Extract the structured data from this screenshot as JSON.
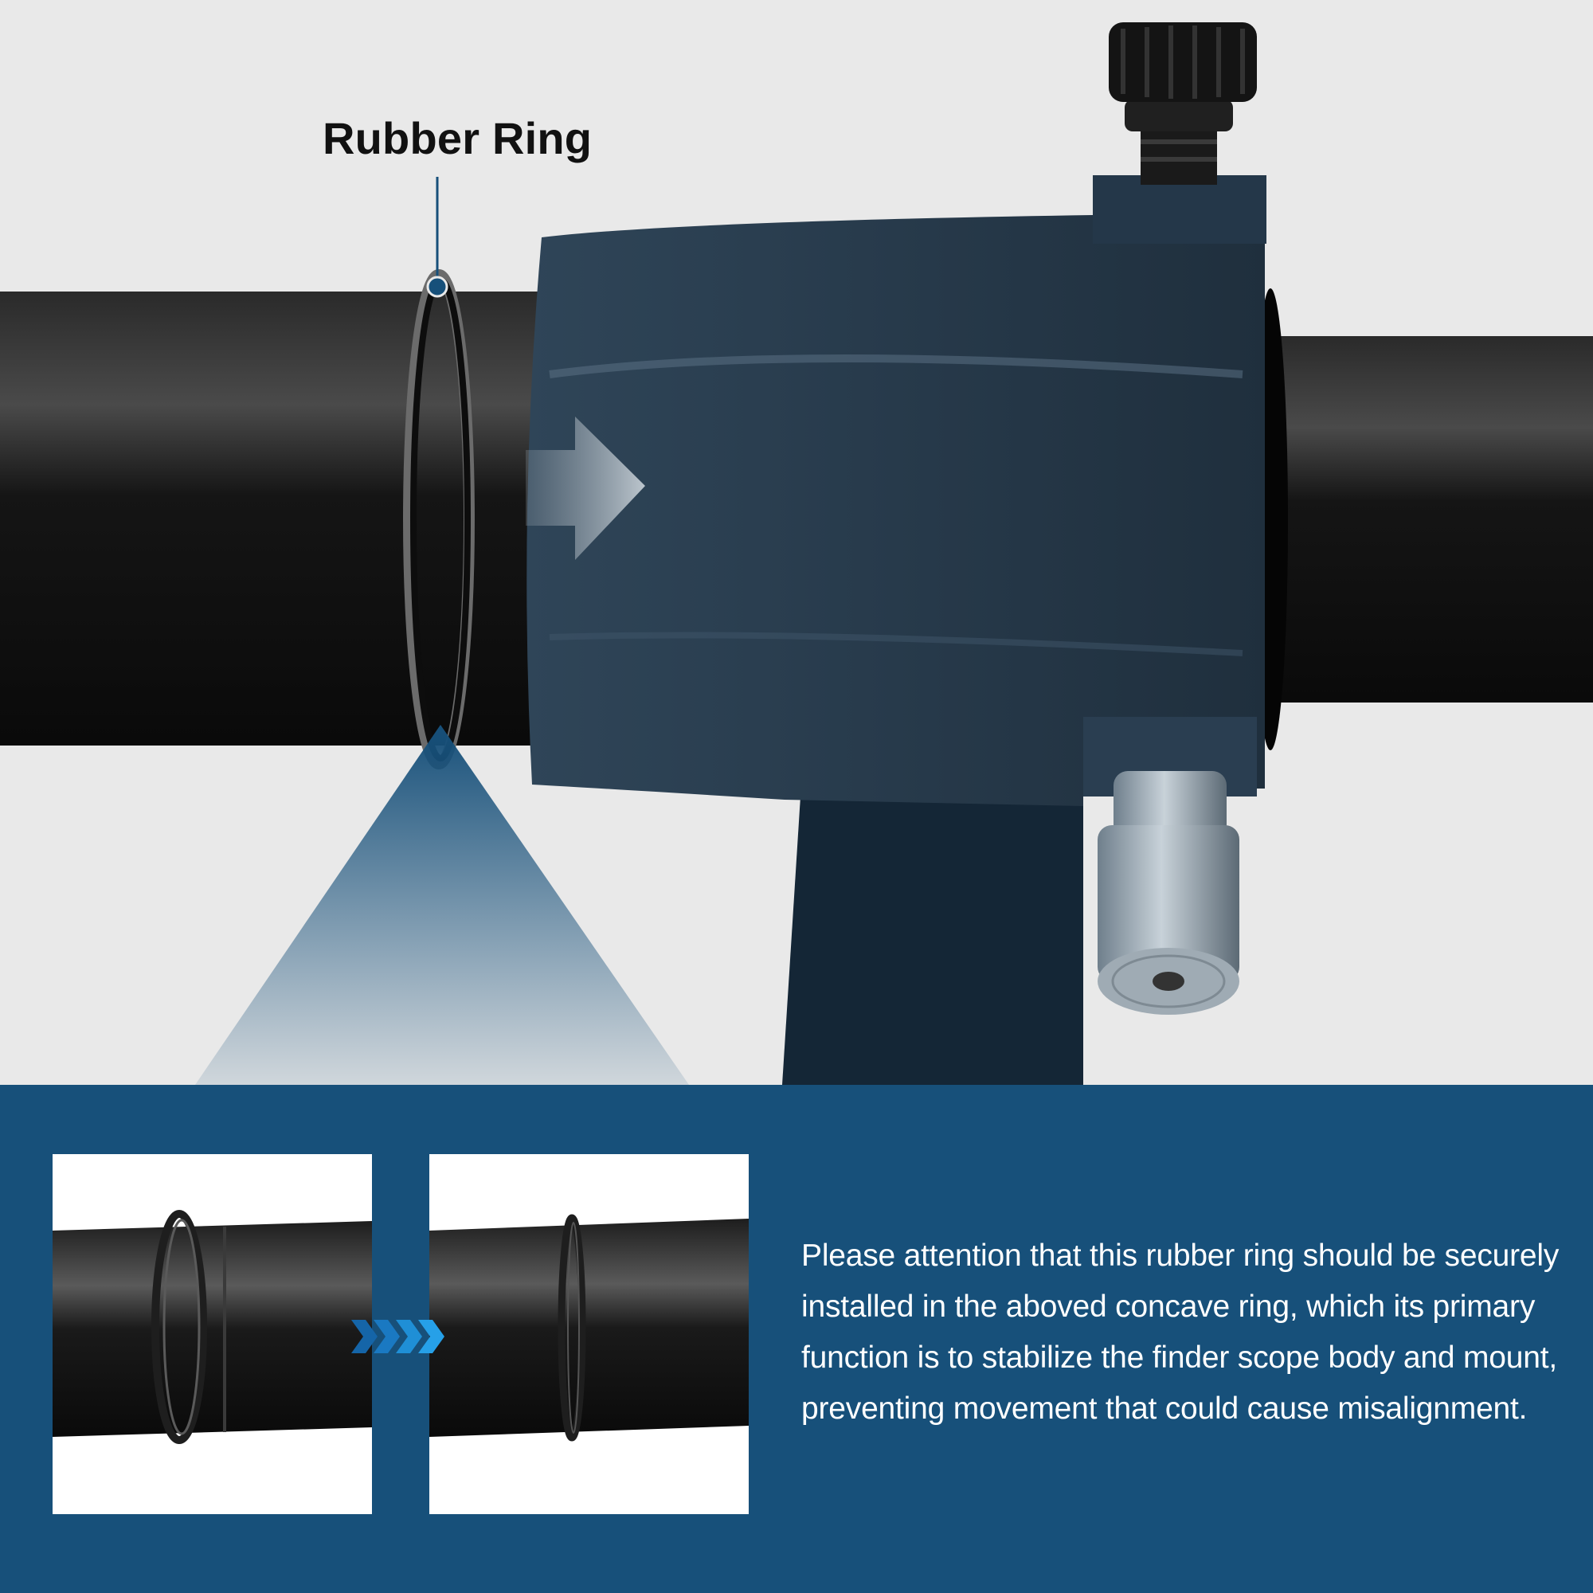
{
  "callout": {
    "label": "Rubber Ring"
  },
  "note": {
    "lines": [
      "Please attention that this rubber ring should be securely",
      "installed in the aboved concave ring, which its primary",
      "function is to stabilize the finder scope body and mount,",
      "preventing movement that could cause misalignment."
    ]
  },
  "colors": {
    "background": "#e9e9e9",
    "brand_blue": "#17507a",
    "mount_blue": "#2b4255",
    "tube_black": "#0d0d0d",
    "accent_chevron": "#1f8fd6"
  },
  "icons": {
    "direction_arrow": "arrow-right-icon",
    "step_chevrons": "double-chevron-right-icon"
  }
}
